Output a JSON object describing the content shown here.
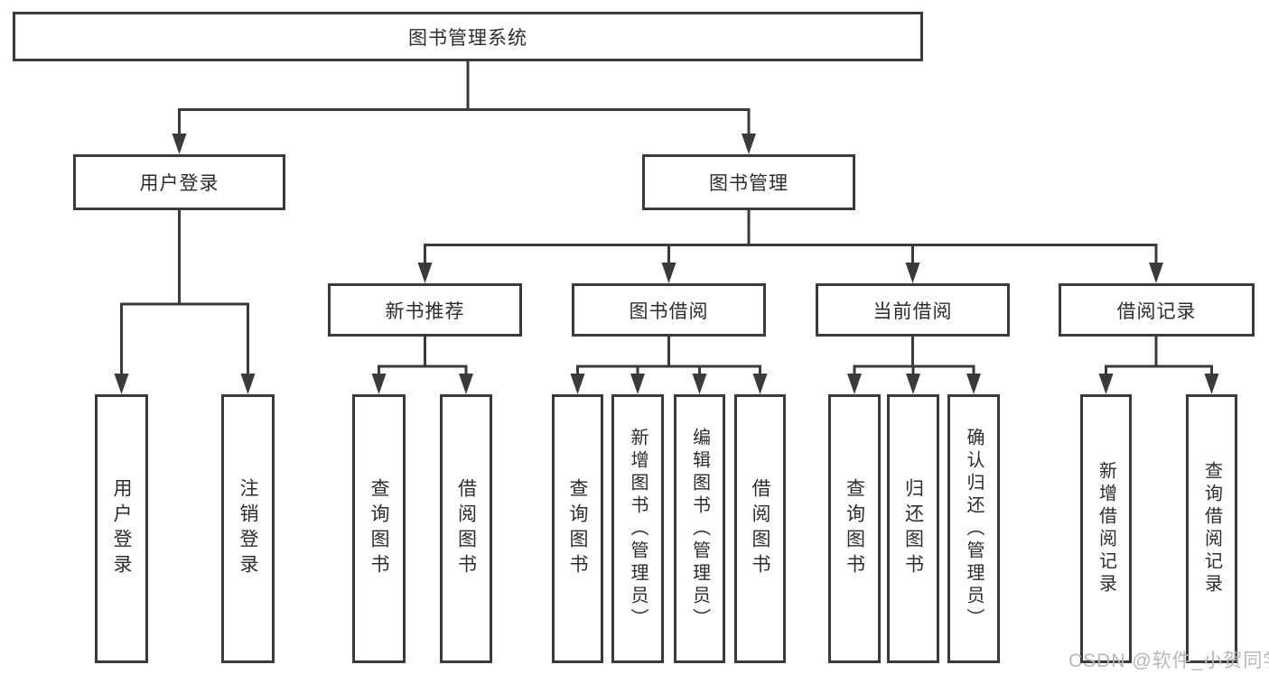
{
  "tree": {
    "label": "图书管理系统",
    "children": [
      {
        "label": "用户登录",
        "children": [
          {
            "label": "用户登录"
          },
          {
            "label": "注销登录"
          }
        ]
      },
      {
        "label": "图书管理",
        "children": [
          {
            "label": "新书推荐",
            "children": [
              {
                "label": "查询图书"
              },
              {
                "label": "借阅图书"
              }
            ]
          },
          {
            "label": "图书借阅",
            "children": [
              {
                "label": "查询图书"
              },
              {
                "label": "新增图书（管理员）"
              },
              {
                "label": "编辑图书（管理员）"
              },
              {
                "label": "借阅图书"
              }
            ]
          },
          {
            "label": "当前借阅",
            "children": [
              {
                "label": "查询图书"
              },
              {
                "label": "归还图书"
              },
              {
                "label": "确认归还（管理员）"
              }
            ]
          },
          {
            "label": "借阅记录",
            "children": [
              {
                "label": "新增借阅记录"
              },
              {
                "label": "查询借阅记录"
              }
            ]
          }
        ]
      }
    ]
  },
  "watermark": "CSDN @软件_小贺同学",
  "colors": {
    "line": "#3a3a3a",
    "border": "#3b3b3b",
    "text": "#2d2d2d",
    "watermark": "#b4b7bb",
    "background": "#ffffff"
  }
}
